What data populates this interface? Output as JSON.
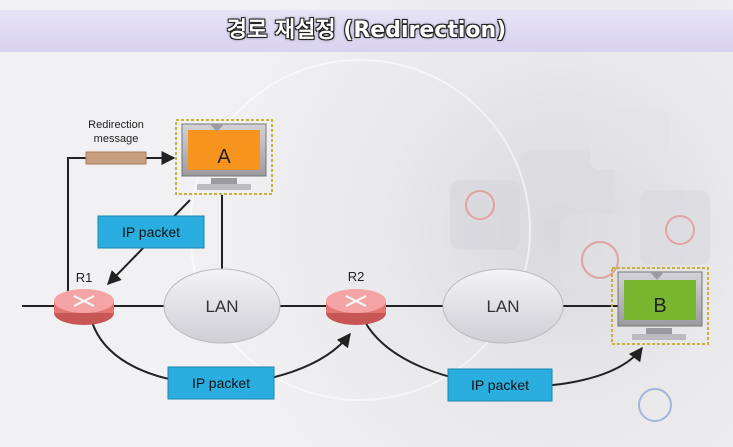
{
  "title": "경로 재설정 (Redirection)",
  "redirection_label": [
    "Redirection",
    "message"
  ],
  "hosts": {
    "a": "A",
    "b": "B"
  },
  "routers": {
    "r1": "R1",
    "r2": "R2"
  },
  "lans": [
    "LAN",
    "LAN"
  ],
  "packets": [
    "IP packet",
    "IP packet",
    "IP packet"
  ],
  "colors": {
    "title_bg": "#dcd6f2",
    "packet_box": "#2aaee0",
    "router": "#ec8080",
    "host_a_screen": "#f7941d",
    "host_b_screen": "#7ab530",
    "message_bar": "#c9a07f"
  }
}
